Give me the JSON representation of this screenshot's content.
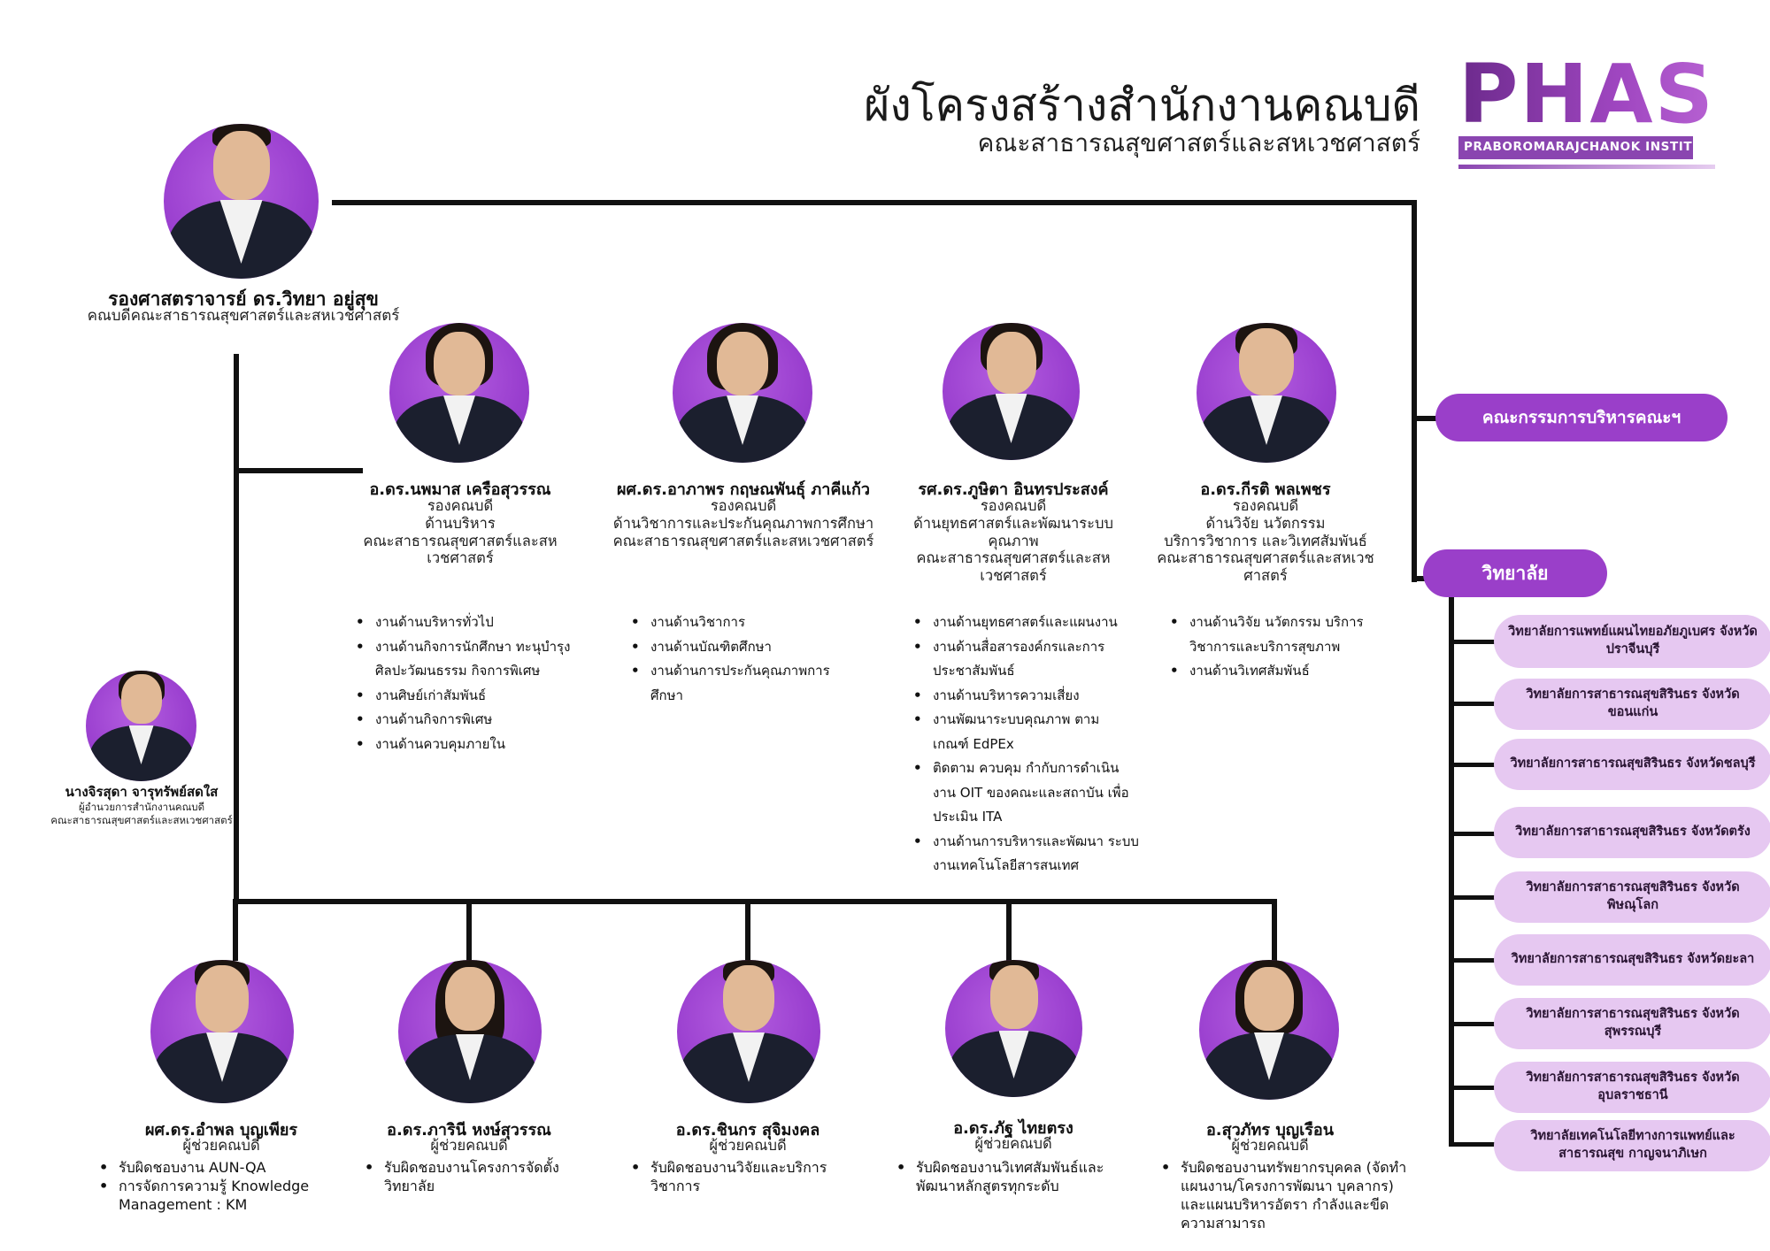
{
  "header": {
    "title": "ผังโครงสร้างสำนักงานคณบดี",
    "subtitle": "คณะสาธารณสุขศาสตร์และสหเวชศาสตร์"
  },
  "logo": {
    "text": "PHAS",
    "subtext": "PRABOROMARAJCHANOK INSTITUTE"
  },
  "dean": {
    "name": "รองศาสตราจารย์ ดร.วิทยา อยู่สุข",
    "title": "คณบดีคณะสาธารณสุขศาสตร์และสหเวชศาสตร์"
  },
  "director": {
    "name": "นางจิรสุดา จารุทรัพย์สดใส",
    "title_line1": "ผู้อำนวยการสำนักงานคณบดี",
    "title_line2": "คณะสาธารณสุขศาสตร์และสหเวชศาสตร์"
  },
  "vice_deans": [
    {
      "name": "อ.ดร.นพมาส เครือสุวรรณ",
      "role": "รองคณบดี\nด้านบริหาร\nคณะสาธารณสุขศาสตร์และสห\nเวชศาสตร์",
      "duties": [
        "งานด้านบริหารทั่วไป",
        "งานด้านกิจการนักศึกษา ทะนุบำรุง ศิลปะวัฒนธรรม กิจการพิเศษ",
        "งานศิษย์เก่าสัมพันธ์",
        "งานด้านกิจการพิเศษ",
        "งานด้านควบคุมภายใน"
      ]
    },
    {
      "name": "ผศ.ดร.อาภาพร กฤษณพันธุ์ ภาคีแก้ว",
      "role": "รองคณบดี\nด้านวิชาการและประกันคุณภาพการศึกษา\nคณะสาธารณสุขศาสตร์และสหเวชศาสตร์",
      "duties": [
        "งานด้านวิชาการ",
        "งานด้านบัณฑิตศึกษา",
        "งานด้านการประกันคุณภาพการ ศึกษา"
      ]
    },
    {
      "name": "รศ.ดร.ภูษิตา อินทรประสงค์",
      "role": "รองคณบดี\nด้านยุทธศาสตร์และพัฒนาระบบ\nคุณภาพ\nคณะสาธารณสุขศาสตร์และสห\nเวชศาสตร์",
      "duties": [
        "งานด้านยุทธศาสตร์และแผนงาน",
        "งานด้านสื่อสารองค์กรและการ ประชาสัมพันธ์",
        "งานด้านบริหารความเสี่ยง",
        "งานพัฒนาระบบคุณภาพ ตาม เกณฑ์ EdPEx",
        "ติดตาม ควบคุม กำกับการดำเนิน งาน OIT ของคณะและสถาบัน เพื่อประเมิน ITA",
        "งานด้านการบริหารและพัฒนา ระบบงานเทคโนโลยีสารสนเทศ"
      ]
    },
    {
      "name": "อ.ดร.กีรติ พลเพชร",
      "role": "รองคณบดี\nด้านวิจัย นวัตกรรม\nบริการวิชาการ และวิเทศสัมพันธ์\nคณะสาธารณสุขศาสตร์และสหเวช\nศาสตร์",
      "duties": [
        "งานด้านวิจัย นวัตกรรม บริการ วิชาการและบริการสุขภาพ",
        "งานด้านวิเทศสัมพันธ์"
      ]
    }
  ],
  "assistants": [
    {
      "name": "ผศ.ดร.อำพล บุญเพียร",
      "role": "ผู้ช่วยคณบดี",
      "duties": [
        "รับผิดชอบงาน AUN-QA",
        "การจัดการความรู้ Knowledge Management : KM"
      ]
    },
    {
      "name": "อ.ดร.ภารินี หงษ์สุวรรณ",
      "role": "ผู้ช่วยคณบดี",
      "duties": [
        "รับผิดชอบงานโครงการจัดตั้ง วิทยาลัย"
      ]
    },
    {
      "name": "อ.ดร.ชินกร สุจิมงคล",
      "role": "ผู้ช่วยคณบดี",
      "duties": [
        "รับผิดชอบงานวิจัยและบริการ วิชาการ"
      ]
    },
    {
      "name": "อ.ดร.ภัฐ ไทยตรง",
      "role": "ผู้ช่วยคณบดี",
      "duties": [
        "รับผิดชอบงานวิเทศสัมพันธ์และ พัฒนาหลักสูตรทุกระดับ"
      ]
    },
    {
      "name": "อ.สุวภัทร บุญเรือน",
      "role": "ผู้ช่วยคณบดี",
      "duties": [
        "รับผิดชอบงานทรัพยากรบุคคล (จัดทำแผนงาน/โครงการพัฒนา บุคลากร) และแผนบริหารอัตรา กำลังและขีดความสามารถ"
      ]
    }
  ],
  "committee": "คณะกรรมการบริหารคณะฯ",
  "colleges_header": "วิทยาลัย",
  "colleges": [
    "วิทยาลัยการแพทย์แผนไทยอภัยภูเบศร จังหวัด ปราจีนบุรี",
    "วิทยาลัยการสาธารณสุขสิรินธร จังหวัดขอนแก่น",
    "วิทยาลัยการสาธารณสุขสิรินธร จังหวัดชลบุรี",
    "วิทยาลัยการสาธารณสุขสิรินธร จังหวัดตรัง",
    "วิทยาลัยการสาธารณสุขสิรินธร จังหวัดพิษณุโลก",
    "วิทยาลัยการสาธารณสุขสิรินธร จังหวัดยะลา",
    "วิทยาลัยการสาธารณสุขสิรินธร จังหวัดสุพรรณบุรี",
    "วิทยาลัยการสาธารณสุขสิรินธร จังหวัดอุบลราชธานี",
    "วิทยาลัยเทคโนโลยีทางการแพทย์และสาธารณสุข กาญจนาภิเษก"
  ],
  "colors": {
    "accent_purple": "#9a3fc9",
    "college_pill": "#e6c8f1",
    "line": "#111111"
  }
}
